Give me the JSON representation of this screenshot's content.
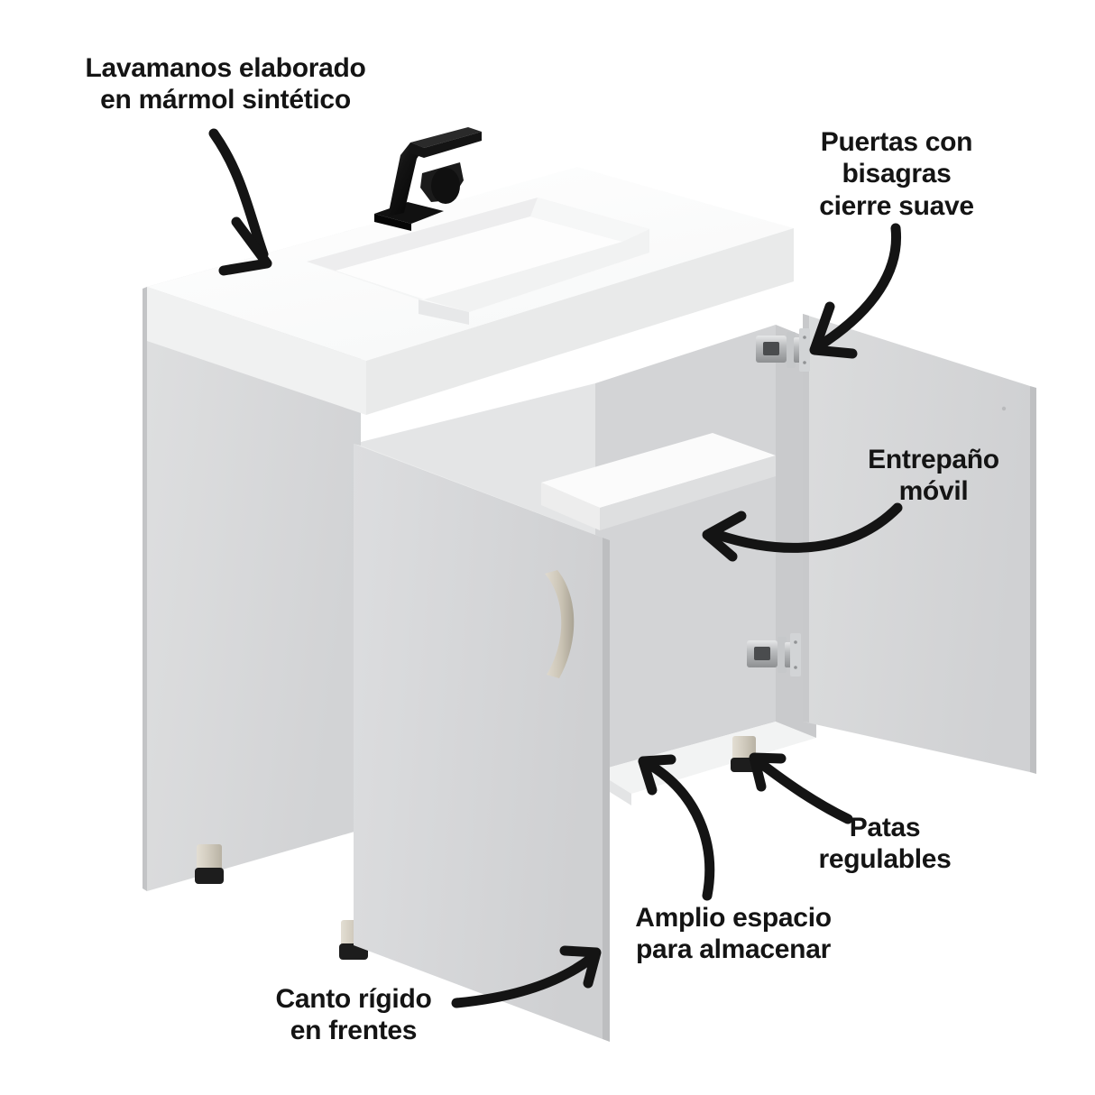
{
  "image": {
    "type": "product-infographic",
    "subject": "Mueble de baño / vanity con lavamanos",
    "background_color": "#ffffff",
    "text_color": "#141414"
  },
  "annotations": [
    {
      "id": "lavamanos",
      "text": "Lavamanos elaborado\nen mármol sintético",
      "align": "center",
      "arrow": "curved-down-right",
      "points_to": "countertop-basin"
    },
    {
      "id": "puertas",
      "text": "Puertas con\nbisagras\ncierre suave",
      "align": "center",
      "arrow": "curved-down-left",
      "points_to": "upper-hinge"
    },
    {
      "id": "entrepano",
      "text": "Entrepaño\nmóvil",
      "align": "center",
      "arrow": "curved-left",
      "points_to": "interior-shelf"
    },
    {
      "id": "patas",
      "text": "Patas\nregulables",
      "align": "center",
      "arrow": "curved-up-left",
      "points_to": "adjustable-leg"
    },
    {
      "id": "amplio",
      "text": "Amplio espacio\npara almacenar",
      "align": "center",
      "arrow": "curved-up-left",
      "points_to": "cabinet-interior"
    },
    {
      "id": "canto",
      "text": "Canto rígido\nen frentes",
      "align": "center",
      "arrow": "curved-up-right",
      "points_to": "door-edge"
    }
  ],
  "product": {
    "name": "vanity-cabinet",
    "parts": [
      {
        "name": "countertop",
        "label": "Cubierta de mármol sintético",
        "color": "#ffffff"
      },
      {
        "name": "basin",
        "label": "Lavamanos integrado",
        "color": "#f2f3f4"
      },
      {
        "name": "faucet",
        "label": "Grifo negro mate",
        "color": "#1a1a1a"
      },
      {
        "name": "left-side-panel",
        "label": "Costado izquierdo",
        "color": "#d9dadb"
      },
      {
        "name": "left-door",
        "label": "Puerta izquierda abierta",
        "color": "#d2d3d4"
      },
      {
        "name": "right-door",
        "label": "Puerta derecha abierta",
        "color": "#d6d7d8"
      },
      {
        "name": "door-handle",
        "label": "Manija curva",
        "color": "#cdc6b8"
      },
      {
        "name": "interior-shelf",
        "label": "Entrepaño móvil",
        "color": "#ececec"
      },
      {
        "name": "back-panel",
        "label": "Panel trasero interior",
        "color": "#d4d5d6"
      },
      {
        "name": "bottom-panel",
        "label": "Piso del mueble",
        "color": "#e8e9ea"
      },
      {
        "name": "hinge-upper",
        "label": "Bisagra superior",
        "color": "#b6b8ba"
      },
      {
        "name": "hinge-lower",
        "label": "Bisagra inferior",
        "color": "#b6b8ba"
      },
      {
        "name": "leg",
        "label": "Pata regulable",
        "color": "#cfc9bd"
      },
      {
        "name": "leg-foot",
        "label": "Base de pata",
        "color": "#1d1d1d"
      }
    ],
    "legs_count": 4,
    "hinges_count": 2,
    "doors_count": 2
  }
}
